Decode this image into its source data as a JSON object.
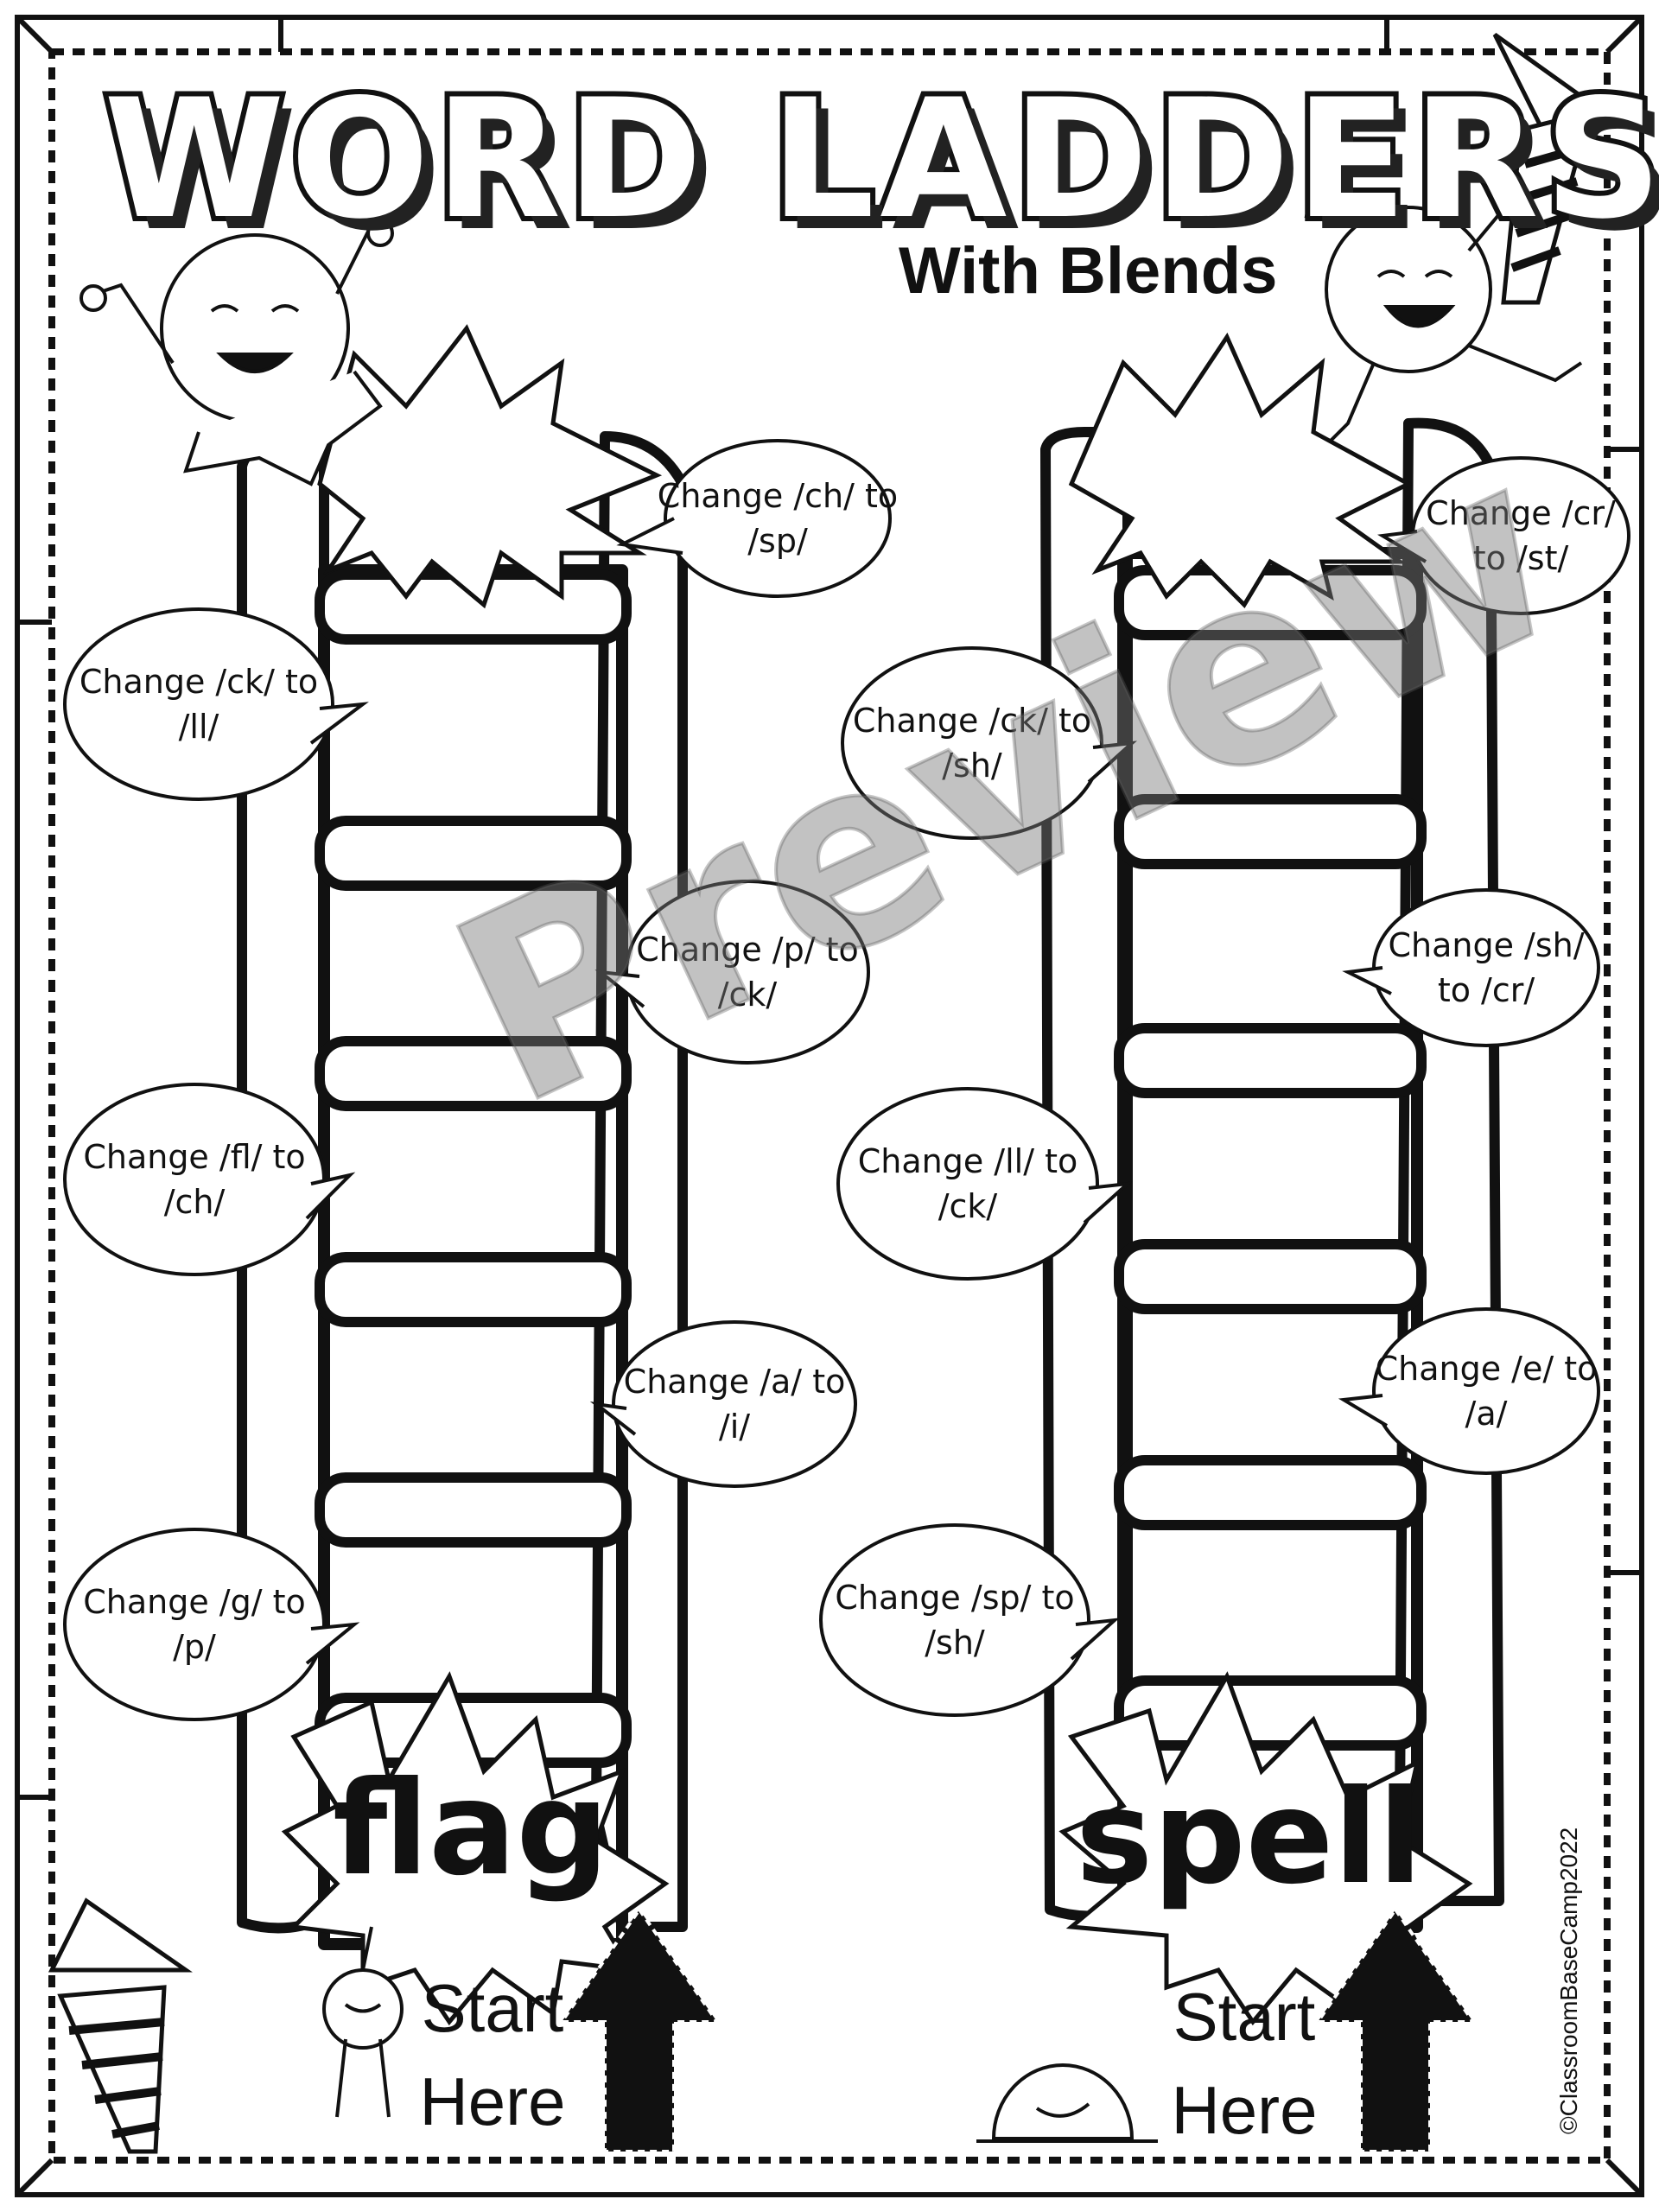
{
  "title": "WORD LADDERS",
  "subtitle": "With Blends",
  "watermark": "Preview",
  "copyright": "©ClassroomBaseCamp2022",
  "left_ladder": {
    "start_word": "flag",
    "start_label": "Start Here",
    "bubbles": [
      "Change /ch/ to /sp/",
      "Change /ck/ to /ll/",
      "Change /p/ to /ck/",
      "Change /fl/ to /ch/",
      "Change /a/ to /i/",
      "Change /g/ to /p/"
    ]
  },
  "right_ladder": {
    "start_word": "spell",
    "start_label": "Start Here",
    "bubbles": [
      "Change /cr/ to /st/",
      "Change /ck/ to /sh/",
      "Change /sh/ to /cr/",
      "Change /ll/ to /ck/",
      "Change /e/ to /a/",
      "Change /sp/ to /sh/"
    ]
  }
}
